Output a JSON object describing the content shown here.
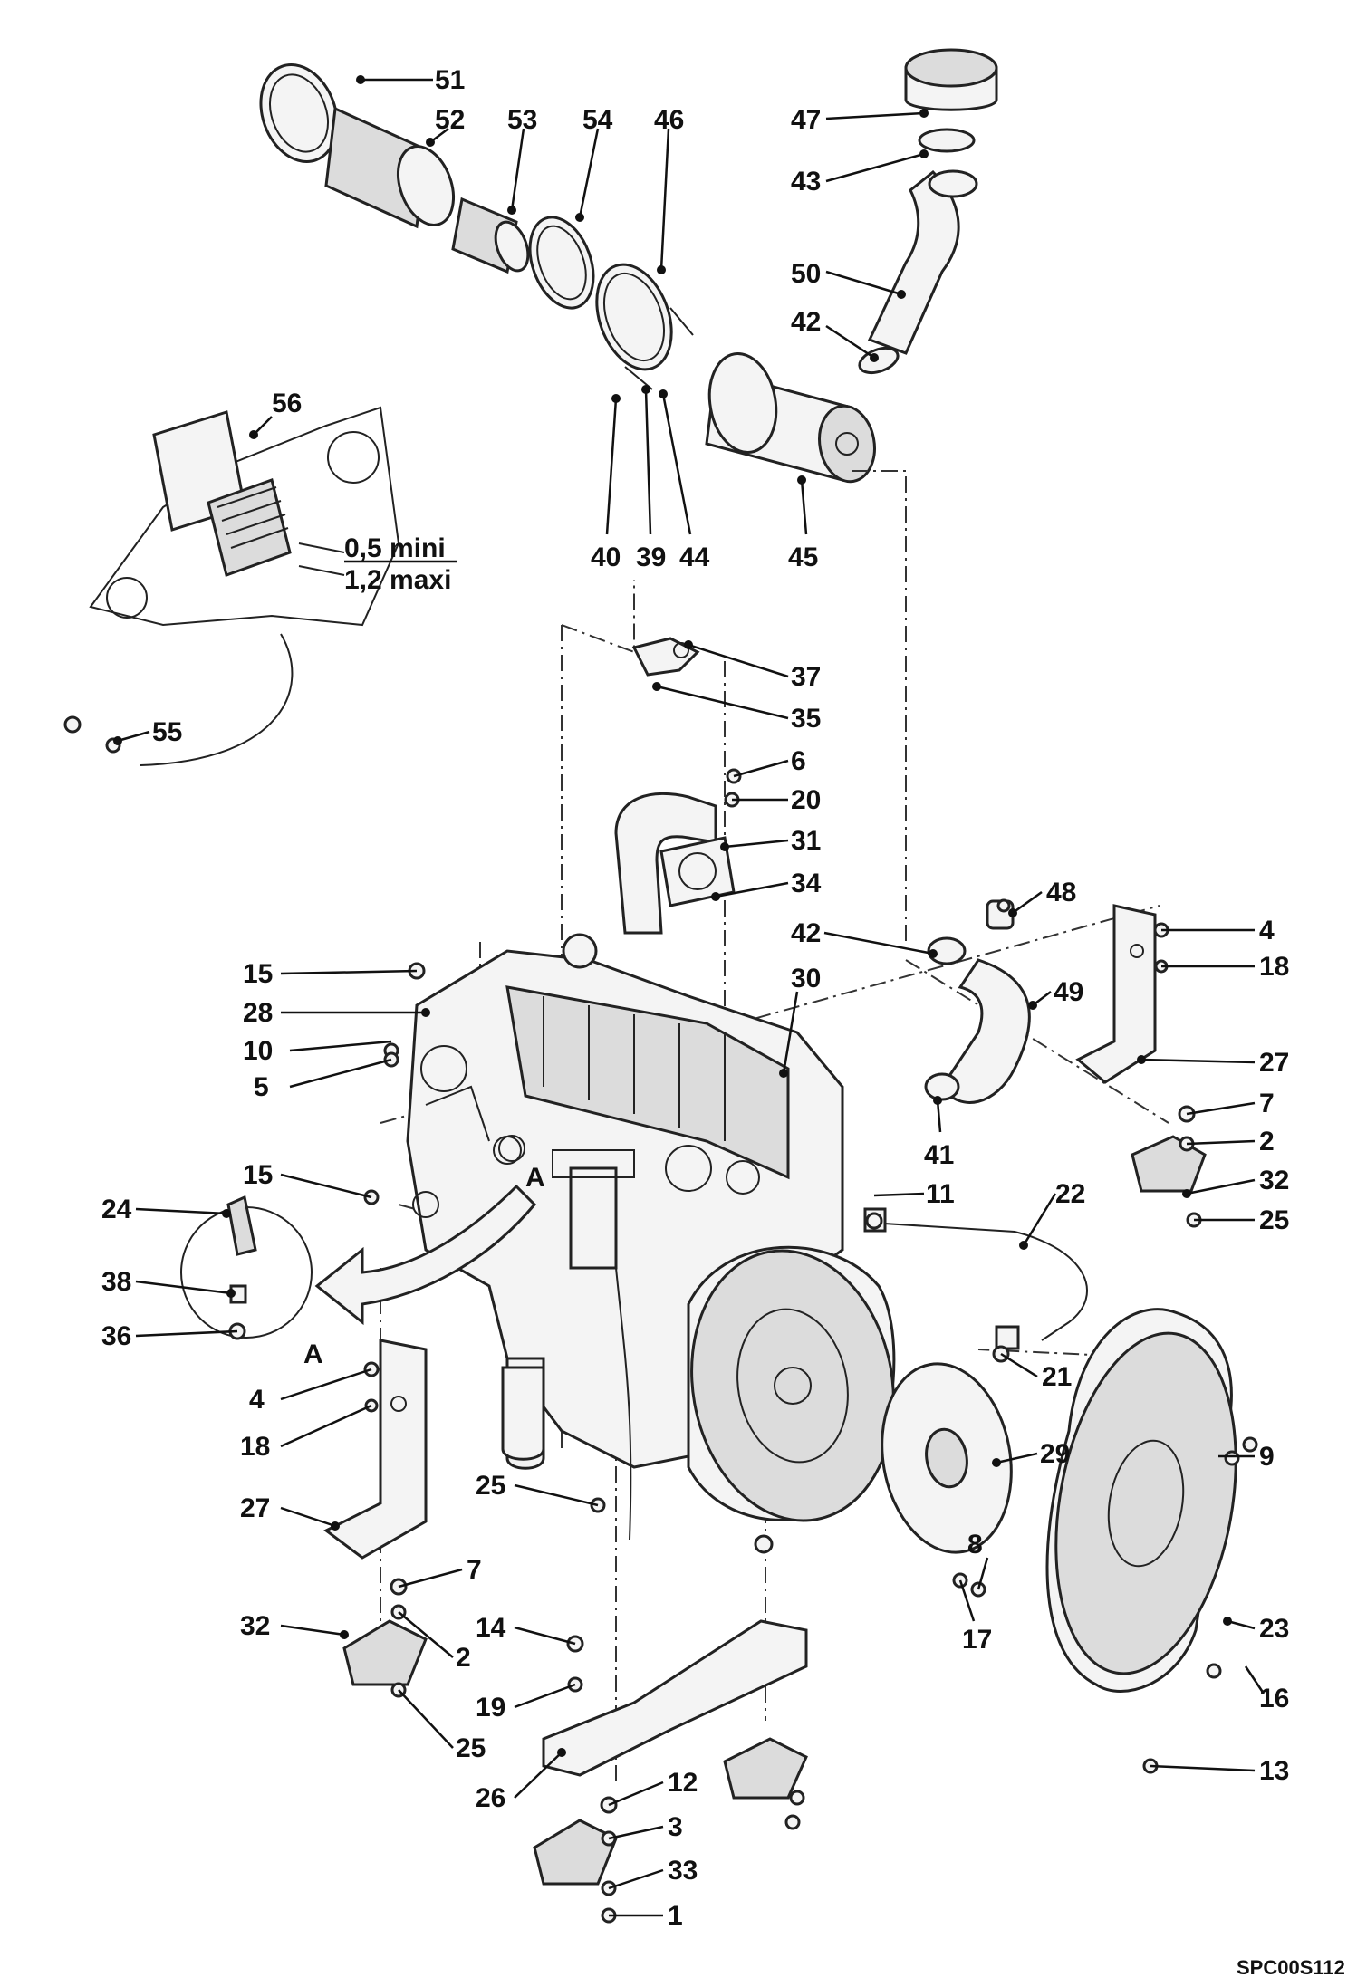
{
  "drawing_code": "SPC00S112",
  "dimension_note": {
    "min": "0,5 mini",
    "max": "1,2 maxi"
  },
  "view_marker": "A",
  "callouts": [
    "1",
    "2",
    "3",
    "4",
    "5",
    "6",
    "7",
    "8",
    "9",
    "10",
    "11",
    "12",
    "13",
    "14",
    "15",
    "16",
    "17",
    "18",
    "19",
    "20",
    "21",
    "22",
    "23",
    "24",
    "25",
    "26",
    "27",
    "28",
    "29",
    "30",
    "31",
    "32",
    "33",
    "34",
    "35",
    "36",
    "37",
    "38",
    "39",
    "40",
    "41",
    "42",
    "43",
    "44",
    "45",
    "46",
    "47",
    "48",
    "49",
    "50",
    "51",
    "52",
    "53",
    "54",
    "55",
    "56"
  ],
  "colors": {
    "line": "#222222",
    "fill": "#f4f4f4",
    "shade": "#dcdcdc"
  }
}
